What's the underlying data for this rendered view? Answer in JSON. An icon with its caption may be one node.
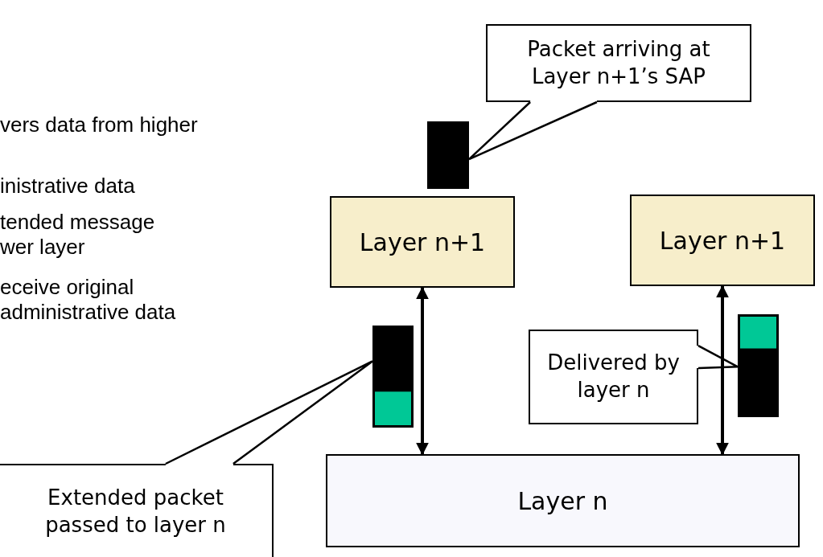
{
  "diagram": {
    "nodes": [
      {
        "text": [
          "Packet arriving at Layer n+1’s SAP"
        ]
      },
      {
        "text": [],
        "shape": "bar"
      },
      {
        "text": [
          "Layer n+1"
        ]
      },
      {
        "text": [
          "Layer n+1"
        ]
      },
      {
        "text": [],
        "shape": "bar"
      },
      {
        "text": [],
        "shape": "bar"
      },
      {
        "text": [
          "Delivered by layer n"
        ]
      },
      {
        "text": [
          "Layer n"
        ]
      },
      {
        "text": [
          "Extended packet passed to layer n"
        ]
      }
    ],
    "edges": [
      {
        "from": 0,
        "to": 1,
        "arrow": "none"
      },
      {
        "from": 2,
        "to": 7,
        "arrow": "both"
      },
      {
        "from": 3,
        "to": 7,
        "arrow": "both"
      },
      {
        "from": 6,
        "to": 4,
        "arrow": "none"
      },
      {
        "from": 8,
        "to": 5,
        "arrow": "none"
      }
    ],
    "labels": [
      "vers data from higher",
      "inistrative data",
      "tended message wer layer",
      "eceive original administrative data"
    ]
  }
}
